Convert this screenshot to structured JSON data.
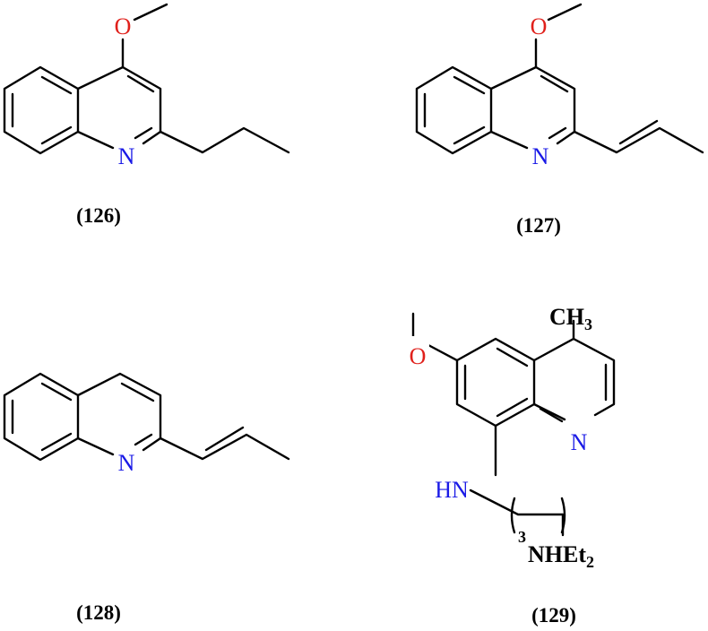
{
  "compounds": [
    {
      "id": "126",
      "label": "(126)",
      "atoms": {
        "oxygen": "O",
        "nitrogen": "N"
      }
    },
    {
      "id": "127",
      "label": "(127)",
      "atoms": {
        "oxygen": "O",
        "nitrogen": "N"
      }
    },
    {
      "id": "128",
      "label": "(128)",
      "atoms": {
        "nitrogen": "N"
      }
    },
    {
      "id": "129",
      "label": "(129)",
      "atoms": {
        "oxygen": "O",
        "nitrogen": "N",
        "methyl": "CH",
        "methyl_sub": "3",
        "amine": "HN",
        "repeat": "3",
        "diethylamine": "NHEt",
        "diethylamine_sub": "2"
      }
    }
  ],
  "colors": {
    "oxygen": "#e0201b",
    "nitrogen": "#1a1ae6",
    "bond": "#000000"
  }
}
